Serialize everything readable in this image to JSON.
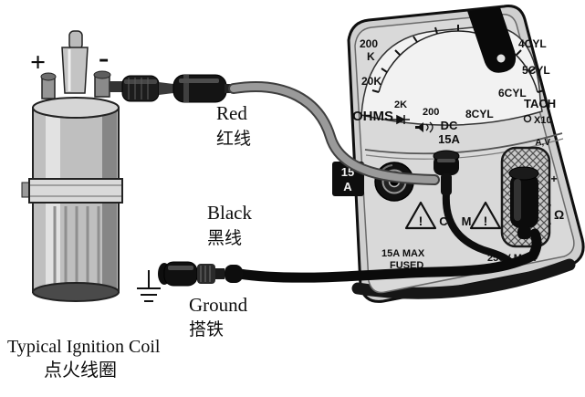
{
  "labels": {
    "plus": "+",
    "minus": "-",
    "red_en": "Red",
    "red_zh": "红线",
    "black_en": "Black",
    "black_zh": "黑线",
    "ground_en": "Ground",
    "ground_zh": "搭铁",
    "coil_en": "Typical Ignition Coil",
    "coil_zh": "点火线圈"
  },
  "meter": {
    "dial": {
      "k200_a": "200",
      "k200_b": "K",
      "k20": "20K",
      "k2": "2K",
      "r200": "200",
      "cyl8": "8CYL",
      "cyl6": "6CYL",
      "cyl5": "5CYL",
      "cyl4": "4CYL",
      "tach": "TACH",
      "x10": "X10"
    },
    "ohms": "OHMS",
    "dc1": "DC",
    "dc2": "15A",
    "a15_1": "15",
    "a15_2": "A",
    "warn": "!",
    "com_c": "C",
    "com_m": "M",
    "fused1": "15A MAX",
    "fused2": "FUSED",
    "vmax": "250V MAX",
    "av": "A,V",
    "ohm": "Ω",
    "plus_mark": "+"
  },
  "colors": {
    "case": "#cfcfcf",
    "panel": "#d9d9d9",
    "dial_face": "#f2f2f2",
    "ink": "#111111",
    "cable_gray": "#9a9a9a",
    "cable_black": "#0b0b0b"
  }
}
